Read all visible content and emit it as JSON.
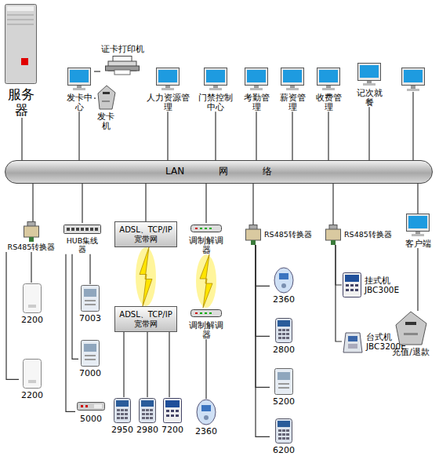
{
  "diagram": {
    "nodes": [
      {
        "text": [
          "服务器"
        ]
      },
      {
        "text": [
          "证卡打印机"
        ]
      },
      {
        "text": [
          "发卡中心"
        ]
      },
      {
        "text": [
          "发卡机"
        ]
      },
      {
        "text": [
          "人力资源管理"
        ]
      },
      {
        "text": [
          "门禁控制中心"
        ]
      },
      {
        "text": [
          "考勤管理"
        ]
      },
      {
        "text": [
          "薪资管理"
        ]
      },
      {
        "text": [
          "收费管理"
        ]
      },
      {
        "text": [
          "记次就餐"
        ]
      },
      {
        "text": [
          "LAN 网 络"
        ]
      },
      {
        "text": [
          "RS485转换器"
        ]
      },
      {
        "text": [
          "HUB集线器"
        ]
      },
      {
        "text": [
          "ADSL、TCP/IP宽带网"
        ]
      },
      {
        "text": [
          "调制解调器"
        ]
      },
      {
        "text": [
          "RS485转换器"
        ]
      },
      {
        "text": [
          "RS485转换器"
        ]
      },
      {
        "text": [
          "客户端"
        ]
      },
      {
        "text": [
          "ADSL、TCP/IP宽带网"
        ]
      },
      {
        "text": [
          "调制解调器"
        ]
      },
      {
        "text": [
          "2200"
        ]
      },
      {
        "text": [
          "7003"
        ]
      },
      {
        "text": [
          "7000"
        ]
      },
      {
        "text": [
          "2200"
        ]
      },
      {
        "text": [
          "5000"
        ]
      },
      {
        "text": [
          "2950"
        ]
      },
      {
        "text": [
          "2980"
        ]
      },
      {
        "text": [
          "7200"
        ]
      },
      {
        "text": [
          "2360"
        ]
      },
      {
        "text": [
          "2360"
        ]
      },
      {
        "text": [
          "2800"
        ]
      },
      {
        "text": [
          "5200"
        ]
      },
      {
        "text": [
          "6200"
        ]
      },
      {
        "text": [
          "挂式机 JBC300E"
        ]
      },
      {
        "text": [
          "台式机 JBC3200E"
        ]
      },
      {
        "text": [
          "充值/退款"
        ]
      }
    ],
    "edges": [
      {
        "from": 0,
        "to": 10,
        "arrow": "none"
      },
      {
        "from": 2,
        "to": 1,
        "arrow": "none"
      },
      {
        "from": 2,
        "to": 3,
        "arrow": "none"
      },
      {
        "from": 2,
        "to": 10,
        "arrow": "none"
      },
      {
        "from": 4,
        "to": 10,
        "arrow": "none"
      },
      {
        "from": 5,
        "to": 10,
        "arrow": "none"
      },
      {
        "from": 6,
        "to": 10,
        "arrow": "none"
      },
      {
        "from": 7,
        "to": 10,
        "arrow": "none"
      },
      {
        "from": 8,
        "to": 10,
        "arrow": "none"
      },
      {
        "from": 9,
        "to": 10,
        "arrow": "none"
      },
      {
        "from": 10,
        "to": 11,
        "arrow": "none"
      },
      {
        "from": 10,
        "to": 12,
        "arrow": "none"
      },
      {
        "from": 10,
        "to": 13,
        "arrow": "none"
      },
      {
        "from": 10,
        "to": 14,
        "arrow": "none"
      },
      {
        "from": 10,
        "to": 15,
        "arrow": "none"
      },
      {
        "from": 10,
        "to": 16,
        "arrow": "none"
      },
      {
        "from": 10,
        "to": 17,
        "arrow": "none"
      },
      {
        "from": 13,
        "to": 18,
        "arrow": "none"
      },
      {
        "from": 14,
        "to": 19,
        "arrow": "none"
      },
      {
        "from": 11,
        "to": 20,
        "arrow": "none"
      },
      {
        "from": 11,
        "to": 23,
        "arrow": "none"
      },
      {
        "from": 12,
        "to": 21,
        "arrow": "none"
      },
      {
        "from": 12,
        "to": 22,
        "arrow": "none"
      },
      {
        "from": 12,
        "to": 24,
        "arrow": "none"
      },
      {
        "from": 18,
        "to": 25,
        "arrow": "none"
      },
      {
        "from": 18,
        "to": 26,
        "arrow": "none"
      },
      {
        "from": 18,
        "to": 27,
        "arrow": "none"
      },
      {
        "from": 19,
        "to": 28,
        "arrow": "none"
      },
      {
        "from": 15,
        "to": 29,
        "arrow": "none"
      },
      {
        "from": 15,
        "to": 30,
        "arrow": "none"
      },
      {
        "from": 15,
        "to": 31,
        "arrow": "none"
      },
      {
        "from": 15,
        "to": 32,
        "arrow": "none"
      },
      {
        "from": 16,
        "to": 33,
        "arrow": "none"
      },
      {
        "from": 16,
        "to": 34,
        "arrow": "none"
      },
      {
        "from": 17,
        "to": 35,
        "arrow": "none"
      }
    ]
  }
}
